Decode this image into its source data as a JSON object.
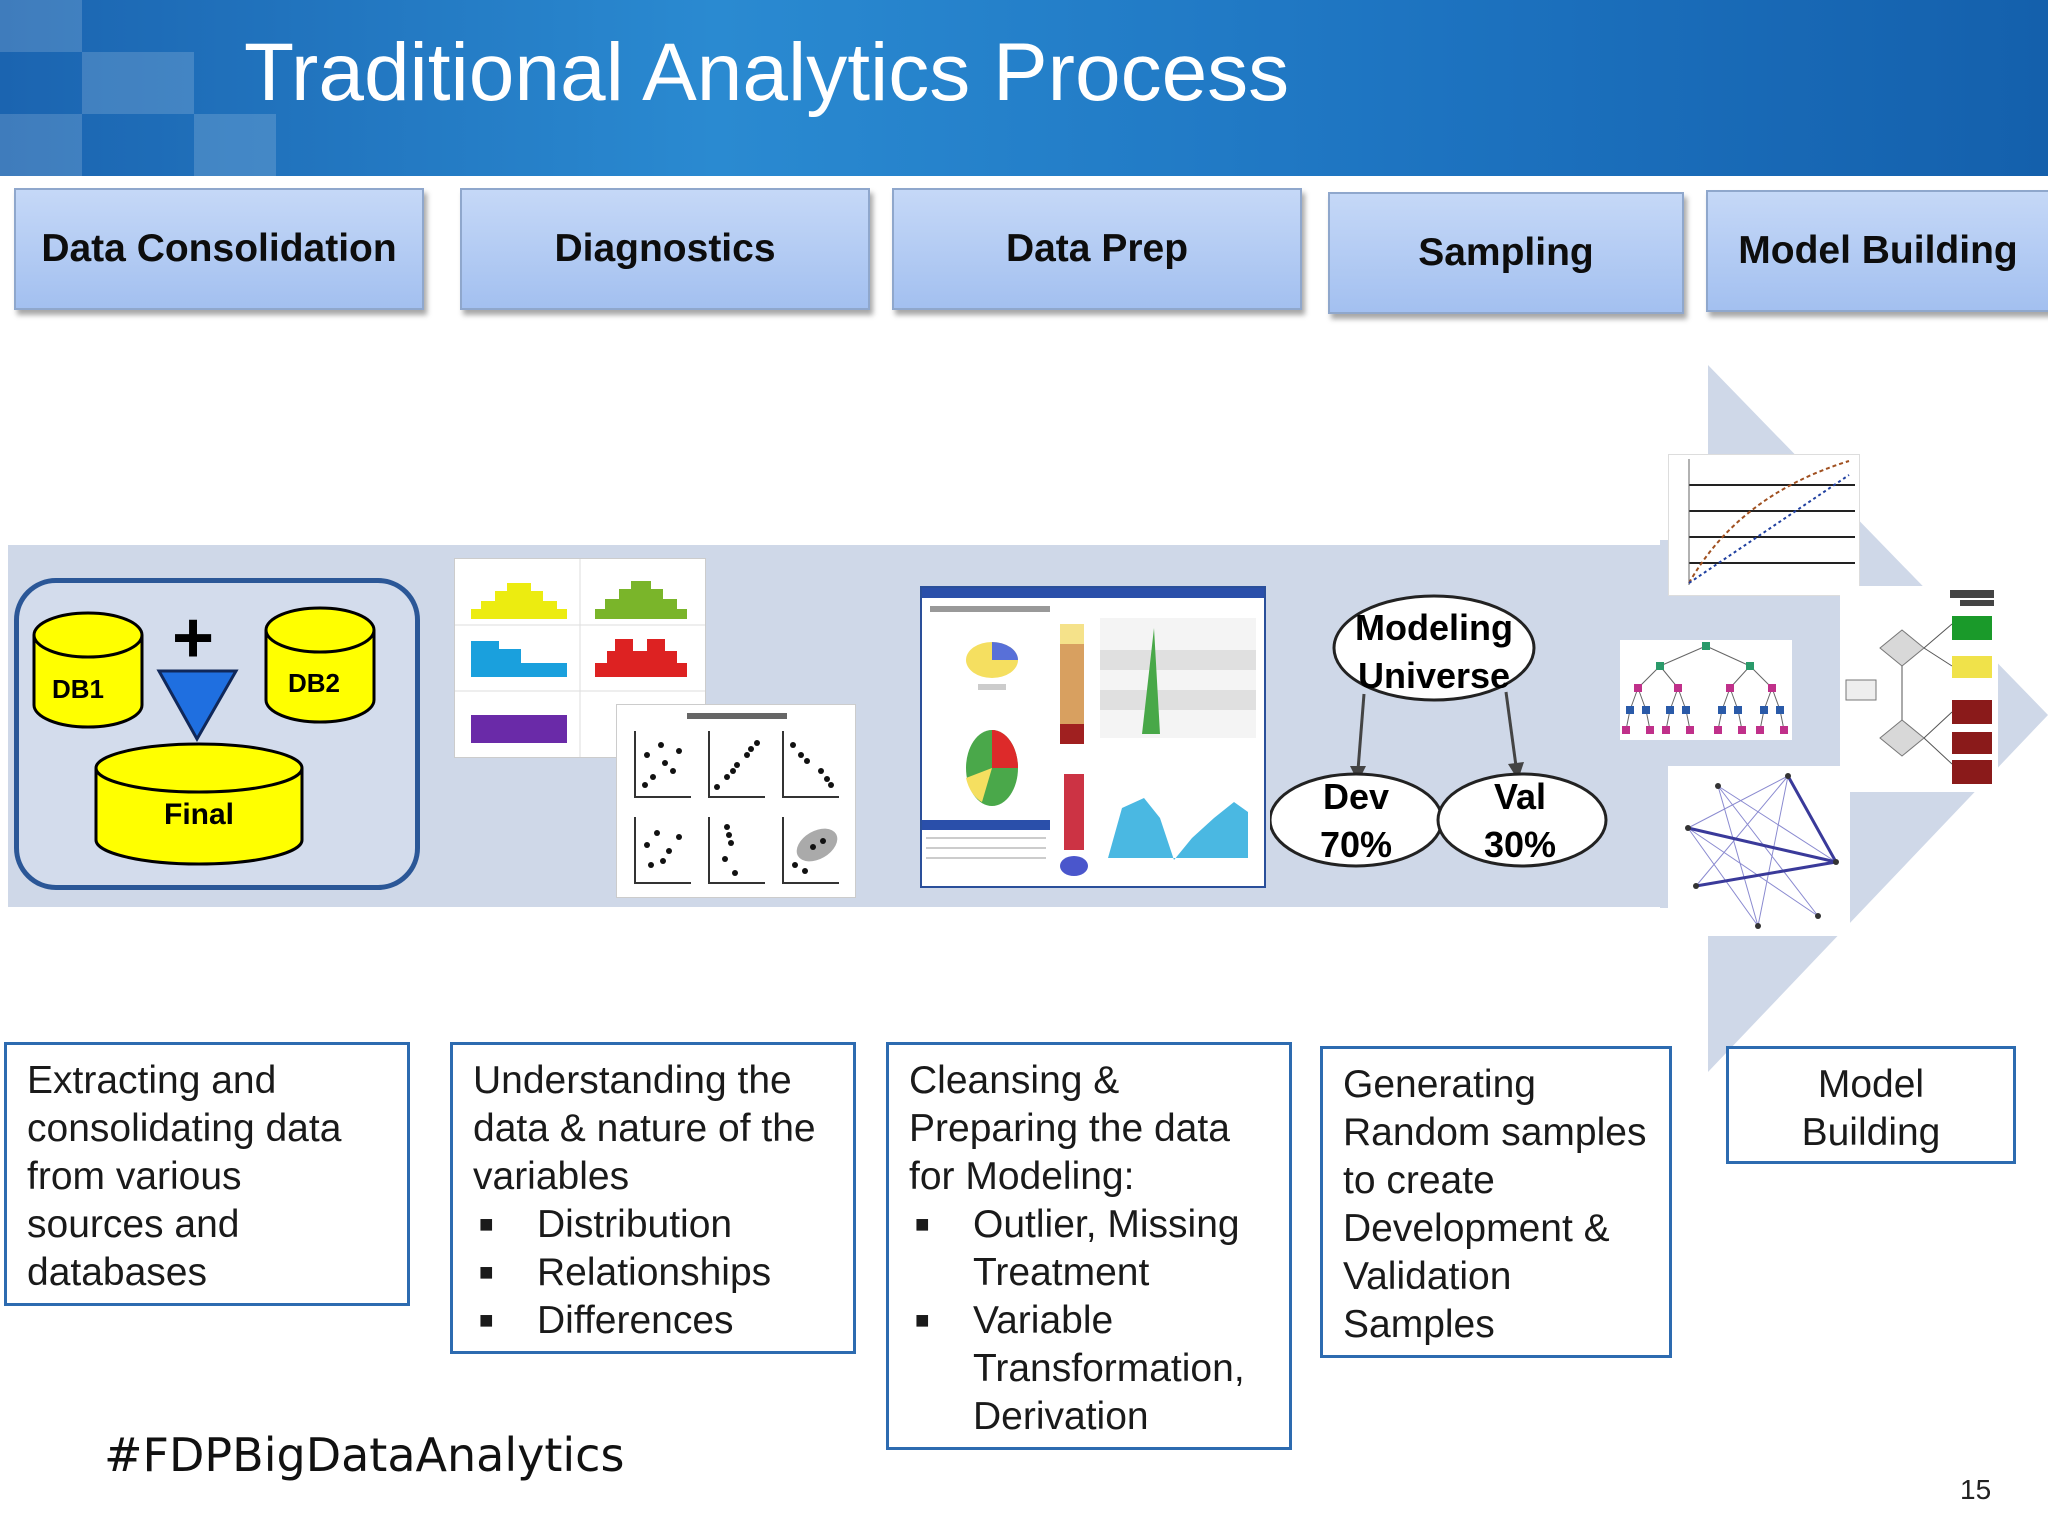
{
  "title": "Traditional Analytics Process",
  "stages": [
    {
      "label": "Data Consolidation",
      "description": "Extracting and consolidating data from various sources and databases",
      "bullets": []
    },
    {
      "label": "Diagnostics",
      "description": "Understanding the data & nature of the variables",
      "bullets": [
        "Distribution",
        "Relationships",
        "Differences"
      ]
    },
    {
      "label": "Data Prep",
      "description": "Cleansing & Preparing the data for Modeling:",
      "bullets": [
        "Outlier, Missing Treatment",
        "Variable Transformation, Derivation"
      ]
    },
    {
      "label": "Sampling",
      "description": "Generating Random samples to create Development & Validation Samples",
      "bullets": []
    },
    {
      "label": "Model Building",
      "description": "Model Building",
      "bullets": []
    }
  ],
  "consolidation": {
    "db1": "DB1",
    "db2": "DB2",
    "final": "Final",
    "plus": "+"
  },
  "sampling": {
    "universe": "Modeling Universe",
    "dev_name": "Dev",
    "dev_pct": "70%",
    "val_name": "Val",
    "val_pct": "30%"
  },
  "hashtag": "#FDPBigDataAnalytics",
  "page_number": "15",
  "colors": {
    "header_blue": "#1d73c0",
    "stage_fill": "#a9c4f1",
    "band": "#cfd8e8",
    "db_yellow": "#ffff00",
    "funnel_blue": "#1f6fe0",
    "box_border": "#2d6bb0"
  }
}
